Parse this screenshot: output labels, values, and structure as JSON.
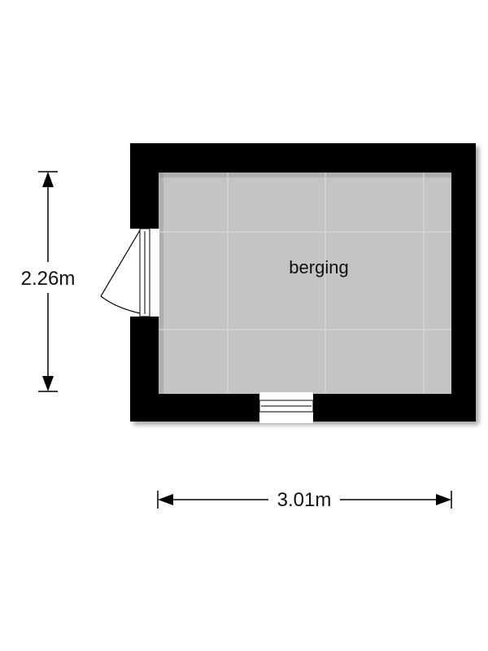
{
  "room": {
    "label": "berging"
  },
  "dimensions": {
    "height_label": "2.26m",
    "width_label": "3.01m"
  },
  "colors": {
    "wall": "#000000",
    "floor": "#c4c4c4",
    "tile_line": "#d8d8d8",
    "dimension_line": "#000000"
  }
}
